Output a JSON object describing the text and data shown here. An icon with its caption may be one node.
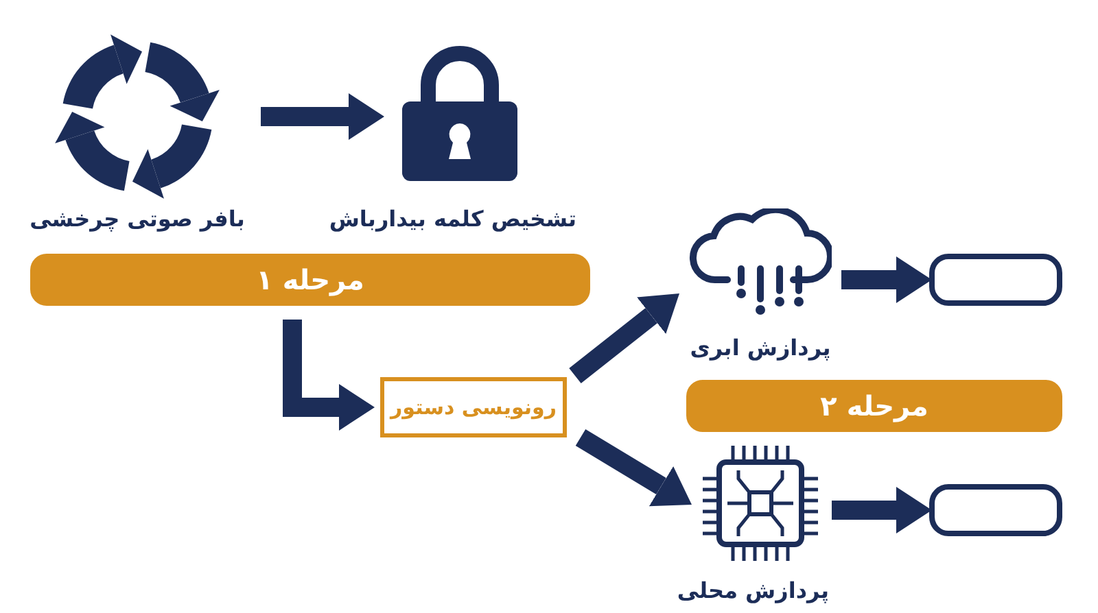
{
  "diagram": {
    "nodes": [
      {
        "text": [
          "بافر صوتی چرخشی"
        ]
      },
      {
        "text": [
          "تشخیص کلمه بیدارباش"
        ]
      },
      {
        "text": [
          "مرحله ۱"
        ]
      },
      {
        "text": [
          "رونویسی دستور"
        ]
      },
      {
        "text": [
          "پردازش ابری"
        ]
      },
      {
        "text": [
          "پردازش محلی"
        ]
      },
      {
        "text": [
          "مرحله ۲"
        ]
      },
      {
        "text": [],
        "shape": "box"
      },
      {
        "text": [],
        "shape": "box"
      }
    ],
    "edges": [
      {
        "from": 0,
        "to": 1,
        "arrow": "to"
      },
      {
        "from": 2,
        "to": 3,
        "arrow": "to"
      },
      {
        "from": 3,
        "to": 4,
        "arrow": "to"
      },
      {
        "from": 3,
        "to": 5,
        "arrow": "to"
      },
      {
        "from": 4,
        "to": 7,
        "arrow": "to"
      },
      {
        "from": 5,
        "to": 8,
        "arrow": "to"
      }
    ]
  }
}
